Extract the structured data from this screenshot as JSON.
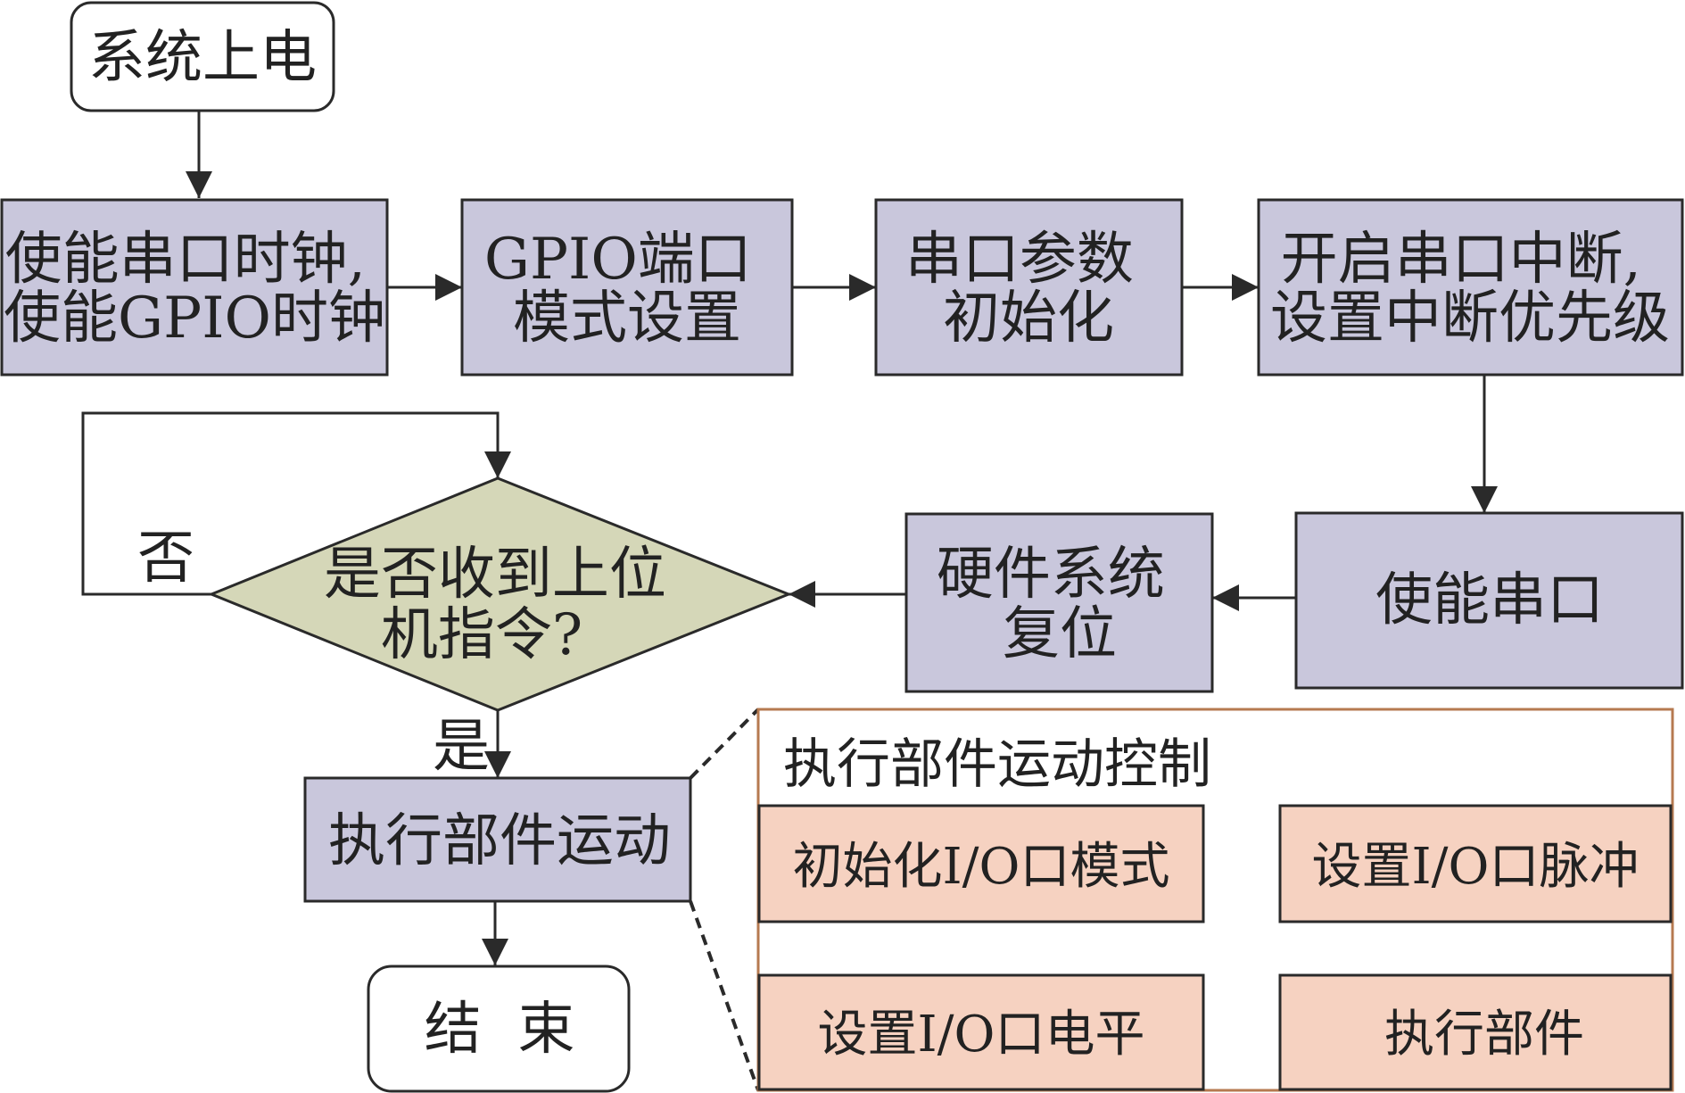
{
  "colors": {
    "process_fill": "#c9c7dc",
    "decision_fill": "#d5d7b8",
    "sub_fill": "#f6d2c1",
    "subframe_border": "#b67a50",
    "terminal_fill": "#ffffff",
    "stroke": "#2a2a2a"
  },
  "nodes": {
    "start": "系统上电",
    "clock": [
      "使能串口时钟,",
      "使能GPIO时钟"
    ],
    "gpio": [
      "GPIO端口",
      "模式设置"
    ],
    "uart_param": [
      "串口参数",
      "初始化"
    ],
    "interrupt": [
      "开启串口中断,",
      "设置中断优先级"
    ],
    "enable_uart": "使能串口",
    "reset": [
      "硬件系统",
      "复位"
    ],
    "decision": [
      "是否收到上位",
      "机指令?"
    ],
    "actuate": "执行部件运动",
    "end": "结  束"
  },
  "branches": {
    "no": "否",
    "yes": "是"
  },
  "subprocess": {
    "title": "执行部件运动控制",
    "init_io": "初始化I/O口模式",
    "set_pulse": "设置I/O口脉冲",
    "set_level": "设置I/O口电平",
    "execute": "执行部件"
  }
}
